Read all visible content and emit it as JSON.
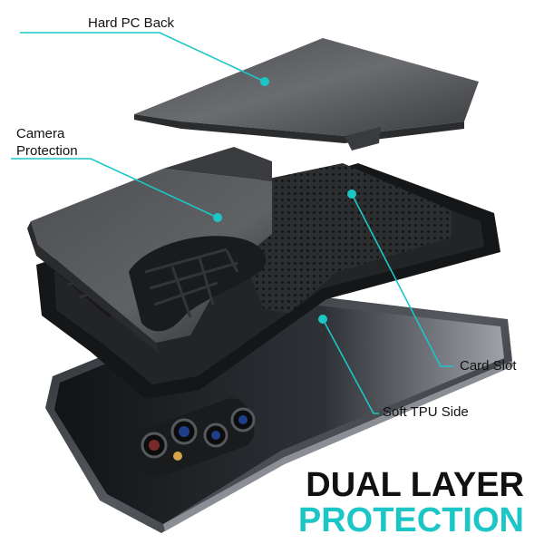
{
  "callouts": {
    "hard_pc_back": "Hard PC Back",
    "camera_protection_line1": "Camera",
    "camera_protection_line2": "Protection",
    "card_slot": "Card Slot",
    "soft_tpu_side": "Soft TPU Side"
  },
  "headline": {
    "line1": "DUAL LAYER",
    "line2": "PROTECTION"
  },
  "colors": {
    "accent": "#1dc6c6",
    "headline_dark": "#111111",
    "case_dark": "#232323",
    "case_plate": "#5a5a5a"
  }
}
